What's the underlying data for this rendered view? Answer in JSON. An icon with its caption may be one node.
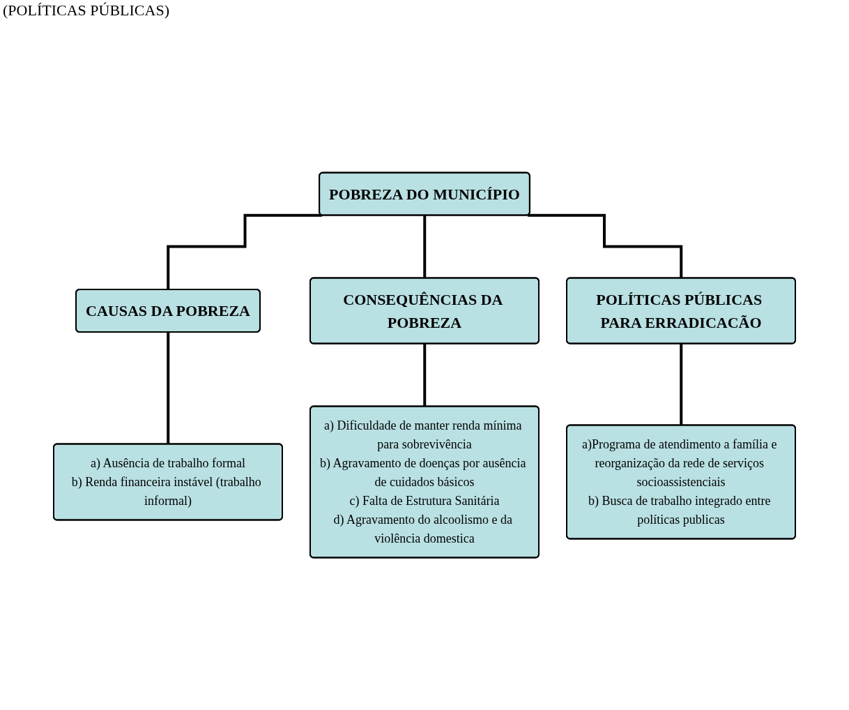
{
  "diagram": {
    "nodes": [
      {
        "text": [
          "POBREZA DO MUNICÍPIO"
        ]
      },
      {
        "text": [
          "CAUSAS DA POBREZA"
        ]
      },
      {
        "text": [
          "CONSEQUÊNCIAS DA POBREZA"
        ]
      },
      {
        "text": [
          "POLÍTICAS PÚBLICAS PARA ERRADICACÃO"
        ]
      },
      {
        "text": [
          "a) Ausência de trabalho formal",
          "b) Renda financeira instável (trabalho informal)"
        ]
      },
      {
        "text": [
          "a) Dificuldade de manter renda mínima para sobrevivência",
          "b) Agravamento de doenças por ausência de cuidados básicos",
          "c) Falta de Estrutura Sanitária",
          "d) Agravamento do alcoolismo e da violência domestica"
        ]
      },
      {
        "text": [
          "a)Programa de atendimento a família e reorganização da rede de serviços socioassistenciais",
          "b) Busca de trabalho integrado entre políticas publicas"
        ]
      }
    ],
    "edges": [
      {
        "from": 0,
        "to": 1,
        "arrow": "none"
      },
      {
        "from": 0,
        "to": 2,
        "arrow": "none"
      },
      {
        "from": 0,
        "to": 3,
        "arrow": "none"
      },
      {
        "from": 1,
        "to": 4,
        "arrow": "none"
      },
      {
        "from": 2,
        "to": 5,
        "arrow": "none"
      },
      {
        "from": 3,
        "to": 6,
        "arrow": "none"
      }
    ],
    "labels": [
      "(POLÍTICAS PÚBLICAS)"
    ]
  }
}
